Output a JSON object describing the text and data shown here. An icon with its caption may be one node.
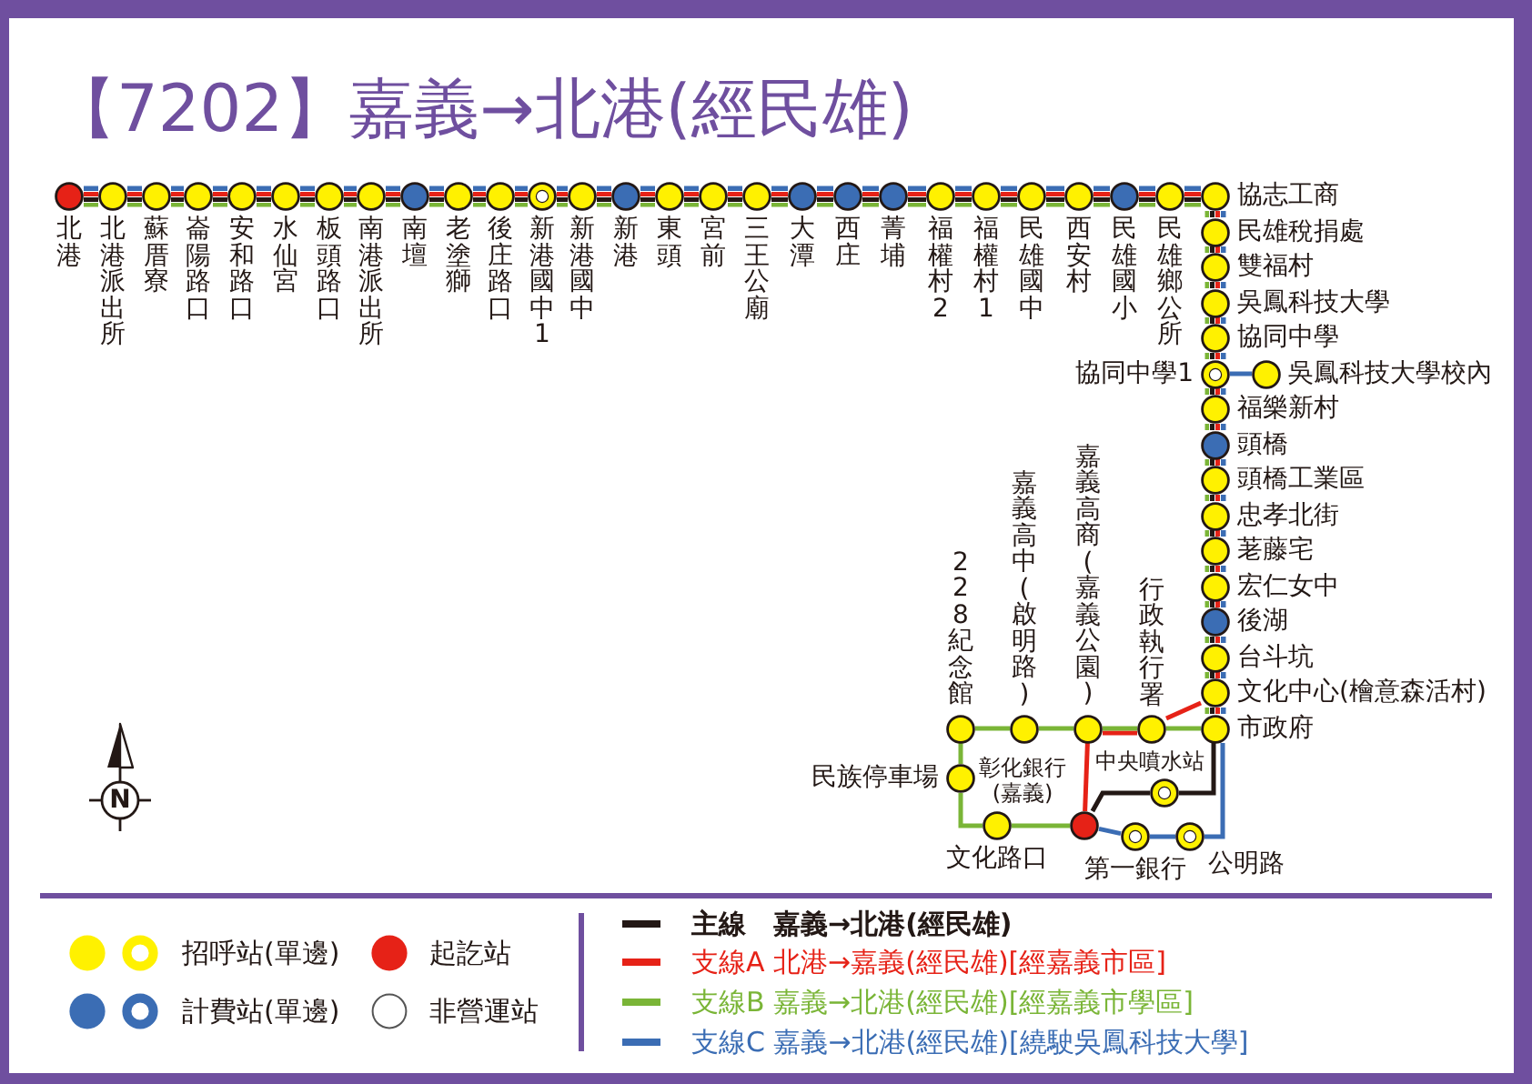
{
  "diagram": {
    "title": "【7202】嘉義→北港(經民雄)",
    "nodes": [
      {
        "text": [
          "北港"
        ]
      },
      {
        "text": [
          "北港派出所"
        ]
      },
      {
        "text": [
          "蘇厝寮"
        ]
      },
      {
        "text": [
          "崙陽路口"
        ]
      },
      {
        "text": [
          "安和路口"
        ]
      },
      {
        "text": [
          "水仙宮"
        ]
      },
      {
        "text": [
          "板頭路口"
        ]
      },
      {
        "text": [
          "南港派出所"
        ]
      },
      {
        "text": [
          "南壇"
        ]
      },
      {
        "text": [
          "老塗獅"
        ]
      },
      {
        "text": [
          "後庄路口"
        ]
      },
      {
        "text": [
          "新港國中1"
        ]
      },
      {
        "text": [
          "新港國中"
        ]
      },
      {
        "text": [
          "新港"
        ]
      },
      {
        "text": [
          "東頭"
        ]
      },
      {
        "text": [
          "宮前"
        ]
      },
      {
        "text": [
          "三王公廟"
        ]
      },
      {
        "text": [
          "大潭"
        ]
      },
      {
        "text": [
          "西庄"
        ]
      },
      {
        "text": [
          "菁埔"
        ]
      },
      {
        "text": [
          "福權村2"
        ]
      },
      {
        "text": [
          "福權村1"
        ]
      },
      {
        "text": [
          "民雄國中"
        ]
      },
      {
        "text": [
          "西安村"
        ]
      },
      {
        "text": [
          "民雄國小"
        ]
      },
      {
        "text": [
          "民雄鄉公所"
        ]
      },
      {
        "text": [
          "協志工商"
        ]
      },
      {
        "text": [
          "民雄稅捐處"
        ]
      },
      {
        "text": [
          "雙福村"
        ]
      },
      {
        "text": [
          "吳鳳科技大學"
        ]
      },
      {
        "text": [
          "協同中學"
        ]
      },
      {
        "text": [
          "協同中學1"
        ]
      },
      {
        "text": [
          "吳鳳科技大學校內"
        ]
      },
      {
        "text": [
          "福樂新村"
        ]
      },
      {
        "text": [
          "頭橋"
        ]
      },
      {
        "text": [
          "頭橋工業區"
        ]
      },
      {
        "text": [
          "忠孝北街"
        ]
      },
      {
        "text": [
          "荖藤宅"
        ]
      },
      {
        "text": [
          "宏仁女中"
        ]
      },
      {
        "text": [
          "後湖"
        ]
      },
      {
        "text": [
          "台斗坑"
        ]
      },
      {
        "text": [
          "文化中心(檜意森活村)"
        ]
      },
      {
        "text": [
          "市政府"
        ]
      },
      {
        "text": [
          "228紀念館"
        ]
      },
      {
        "text": [
          "嘉義高中(啟明路)"
        ]
      },
      {
        "text": [
          "嘉義高商(嘉義公園)"
        ]
      },
      {
        "text": [
          "行政執行署"
        ]
      },
      {
        "text": [
          "民族停車場"
        ]
      },
      {
        "text": [
          "中央噴水站"
        ]
      },
      {
        "text": [
          "文化路口"
        ]
      },
      {
        "text": [
          "彰化銀行(嘉義)"
        ]
      },
      {
        "text": [
          "第一銀行"
        ]
      },
      {
        "text": [
          "公明路"
        ]
      }
    ],
    "edges": [
      {
        "from": 0,
        "to": 1,
        "arrow": "none"
      },
      {
        "from": 1,
        "to": 2,
        "arrow": "none"
      },
      {
        "from": 2,
        "to": 3,
        "arrow": "none"
      },
      {
        "from": 3,
        "to": 4,
        "arrow": "none"
      },
      {
        "from": 4,
        "to": 5,
        "arrow": "none"
      },
      {
        "from": 5,
        "to": 6,
        "arrow": "none"
      },
      {
        "from": 6,
        "to": 7,
        "arrow": "none"
      },
      {
        "from": 7,
        "to": 8,
        "arrow": "none"
      },
      {
        "from": 8,
        "to": 9,
        "arrow": "none"
      },
      {
        "from": 9,
        "to": 10,
        "arrow": "none"
      },
      {
        "from": 10,
        "to": 11,
        "arrow": "none"
      },
      {
        "from": 11,
        "to": 12,
        "arrow": "none"
      },
      {
        "from": 12,
        "to": 13,
        "arrow": "none"
      },
      {
        "from": 13,
        "to": 14,
        "arrow": "none"
      },
      {
        "from": 14,
        "to": 15,
        "arrow": "none"
      },
      {
        "from": 15,
        "to": 16,
        "arrow": "none"
      },
      {
        "from": 16,
        "to": 17,
        "arrow": "none"
      },
      {
        "from": 17,
        "to": 18,
        "arrow": "none"
      },
      {
        "from": 18,
        "to": 19,
        "arrow": "none"
      },
      {
        "from": 19,
        "to": 20,
        "arrow": "none"
      },
      {
        "from": 20,
        "to": 21,
        "arrow": "none"
      },
      {
        "from": 21,
        "to": 22,
        "arrow": "none"
      },
      {
        "from": 22,
        "to": 23,
        "arrow": "none"
      },
      {
        "from": 23,
        "to": 24,
        "arrow": "none"
      },
      {
        "from": 24,
        "to": 25,
        "arrow": "none"
      },
      {
        "from": 25,
        "to": 26,
        "arrow": "none"
      },
      {
        "from": 26,
        "to": 27,
        "arrow": "none"
      },
      {
        "from": 27,
        "to": 28,
        "arrow": "none"
      },
      {
        "from": 28,
        "to": 29,
        "arrow": "none"
      },
      {
        "from": 29,
        "to": 30,
        "arrow": "none"
      },
      {
        "from": 30,
        "to": 31,
        "arrow": "none"
      },
      {
        "from": 31,
        "to": 33,
        "arrow": "none"
      },
      {
        "from": 33,
        "to": 34,
        "arrow": "none"
      },
      {
        "from": 34,
        "to": 35,
        "arrow": "none"
      },
      {
        "from": 35,
        "to": 36,
        "arrow": "none"
      },
      {
        "from": 36,
        "to": 37,
        "arrow": "none"
      },
      {
        "from": 37,
        "to": 38,
        "arrow": "none"
      },
      {
        "from": 38,
        "to": 39,
        "arrow": "none"
      },
      {
        "from": 39,
        "to": 40,
        "arrow": "none"
      },
      {
        "from": 40,
        "to": 41,
        "arrow": "none"
      },
      {
        "from": 41,
        "to": 42,
        "arrow": "none"
      },
      {
        "from": 31,
        "to": 32,
        "arrow": "none",
        "color": "#3b6db4"
      },
      {
        "from": 41,
        "to": 46,
        "arrow": "none",
        "color": "#e62217"
      },
      {
        "from": 42,
        "to": 46,
        "arrow": "none",
        "color": "#7ab537"
      },
      {
        "from": 46,
        "to": 45,
        "arrow": "none",
        "color": "#e62217"
      },
      {
        "from": 46,
        "to": 45,
        "arrow": "none",
        "color": "#7ab537"
      },
      {
        "from": 45,
        "to": 44,
        "arrow": "none",
        "color": "#7ab537"
      },
      {
        "from": 44,
        "to": 43,
        "arrow": "none",
        "color": "#7ab537"
      },
      {
        "from": 43,
        "to": 47,
        "arrow": "none",
        "color": "#7ab537"
      },
      {
        "from": 47,
        "to": 49,
        "arrow": "none",
        "color": "#7ab537"
      },
      {
        "from": 49,
        "to": 50,
        "arrow": "none",
        "color": "#7ab537"
      },
      {
        "from": 45,
        "to": 50,
        "arrow": "none",
        "color": "#e62217"
      },
      {
        "from": 42,
        "to": 48,
        "arrow": "none",
        "color": "#231815"
      },
      {
        "from": 48,
        "to": 50,
        "arrow": "none",
        "color": "#231815"
      },
      {
        "from": 42,
        "to": 52,
        "arrow": "none",
        "color": "#3b6db4"
      },
      {
        "from": 52,
        "to": 51,
        "arrow": "none",
        "color": "#3b6db4"
      },
      {
        "from": 51,
        "to": 50,
        "arrow": "none",
        "color": "#3b6db4"
      }
    ],
    "labels": [
      "N"
    ],
    "legend": [
      {
        "text": "招呼站(單邊)",
        "color": "#fff100"
      },
      {
        "text": "起訖站",
        "color": "#e62217"
      },
      {
        "text": "計費站(單邊)",
        "color": "#3b6db4"
      },
      {
        "text": "非營運站"
      },
      {
        "text": "主線　嘉義→北港(經民雄)",
        "color": "#231815"
      },
      {
        "text": "支線A 北港→嘉義(經民雄)[經嘉義市區]",
        "color": "#e62217"
      },
      {
        "text": "支線B 嘉義→北港(經民雄)[經嘉義市學區]",
        "color": "#7ab537"
      },
      {
        "text": "支線C 嘉義→北港(經民雄)[繞駛吳鳳科技大學]",
        "color": "#3b6db4"
      }
    ]
  }
}
